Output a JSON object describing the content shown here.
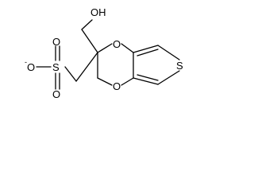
{
  "molecule": {
    "labels": {
      "hydroxyl": "OH",
      "sulfonate_sulfur": "S",
      "sulfonate_o_top": "O",
      "sulfonate_o_bottom": "O",
      "sulfonate_o_left": "O",
      "charge": "-",
      "ring_o_upper": "O",
      "ring_o_lower": "O",
      "thiophene_s": "S"
    }
  }
}
